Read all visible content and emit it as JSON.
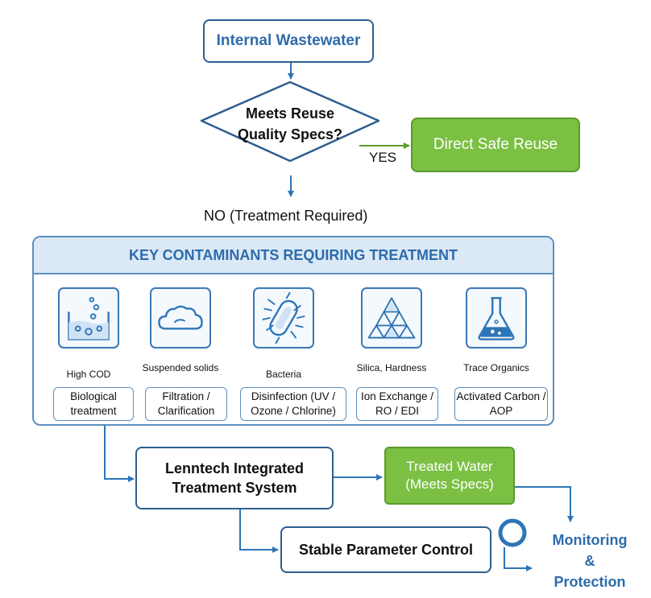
{
  "start": {
    "label": "Internal Wastewater"
  },
  "decision": {
    "line1": "Meets Reuse",
    "line2": "Quality Specs?"
  },
  "yes_label": "YES",
  "reuse": {
    "label": "Direct Safe Reuse"
  },
  "no_label": "NO (Treatment Required)",
  "panel": {
    "title": "KEY CONTAMINANTS REQUIRING TREATMENT",
    "items": [
      {
        "icon": "beaker-bubbles-icon",
        "contaminant": "High COD",
        "treatment": "Biological treatment"
      },
      {
        "icon": "cloud-icon",
        "contaminant": "Suspended solids",
        "treatment": "Filtration / Clarification"
      },
      {
        "icon": "bacterium-icon",
        "contaminant": "Bacteria",
        "treatment": "Disinfection (UV / Ozone / Chlorine)"
      },
      {
        "icon": "crystal-pyramid-icon",
        "contaminant": "Silica, Hardness",
        "treatment": "Ion Exchange / RO / EDI"
      },
      {
        "icon": "flask-icon",
        "contaminant": "Trace Organics",
        "treatment": "Activated Carbon / AOP"
      }
    ]
  },
  "lenntech": {
    "line1": "Lenntech Integrated",
    "line2": "Treatment System"
  },
  "treated": {
    "line1": "Treated Water",
    "line2": "(Meets Specs)"
  },
  "stable": {
    "label": "Stable Parameter Control"
  },
  "monitoring": {
    "line1": "Monitoring",
    "line2": "&",
    "line3": "Protection"
  },
  "colors": {
    "blue_dark": "#2d5f8f",
    "blue_text": "#2d6bab",
    "green": "#7bc043",
    "arrow": "#2e75b6"
  }
}
